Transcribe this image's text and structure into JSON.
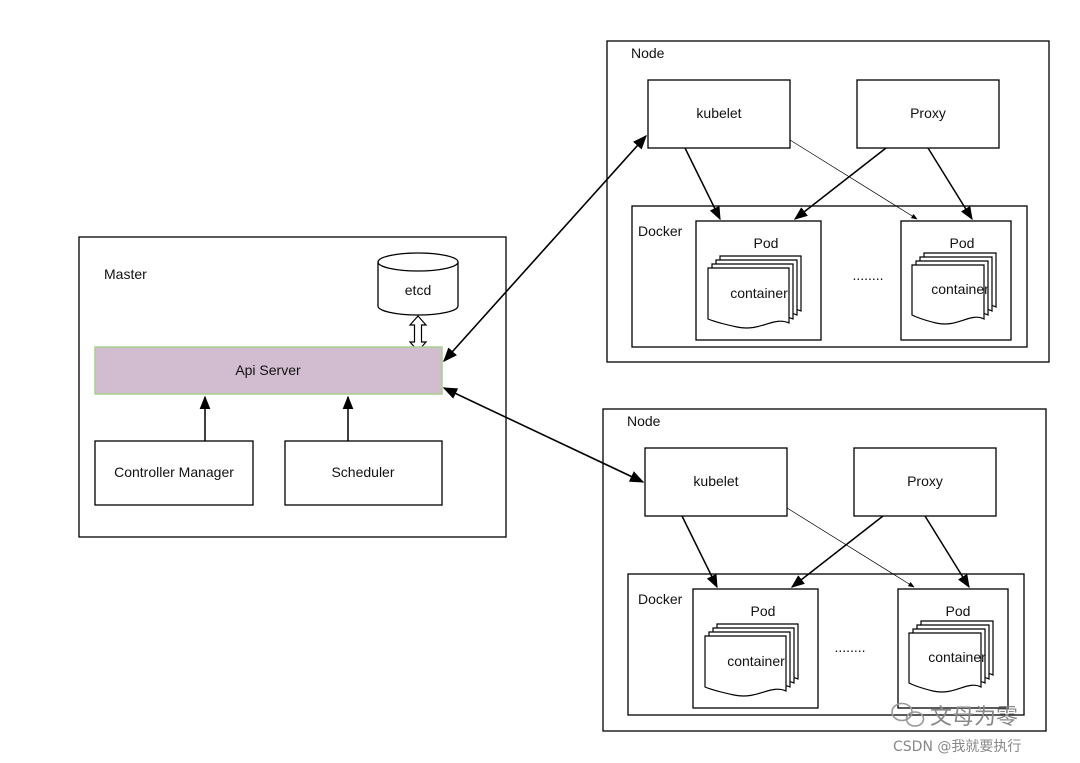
{
  "master": {
    "title": "Master",
    "etcd": "etcd",
    "api_server": "Api Server",
    "controller_manager": "Controller Manager",
    "scheduler": "Scheduler",
    "colors": {
      "api_fill": "#d2bcd0",
      "api_border": "#a8d08d"
    }
  },
  "nodes": [
    {
      "title": "Node",
      "kubelet": "kubelet",
      "proxy": "Proxy",
      "docker": "Docker",
      "pods": [
        {
          "title": "Pod",
          "container": "container"
        },
        {
          "title": "Pod",
          "container": "container"
        }
      ],
      "ellipsis": "........"
    },
    {
      "title": "Node",
      "kubelet": "kubelet",
      "proxy": "Proxy",
      "docker": "Docker",
      "pods": [
        {
          "title": "Pod",
          "container": "container"
        },
        {
          "title": "Pod",
          "container": "container"
        }
      ],
      "ellipsis": "........"
    }
  ],
  "watermark": {
    "wechat": "文母为零",
    "csdn": "CSDN @我就要执行"
  }
}
